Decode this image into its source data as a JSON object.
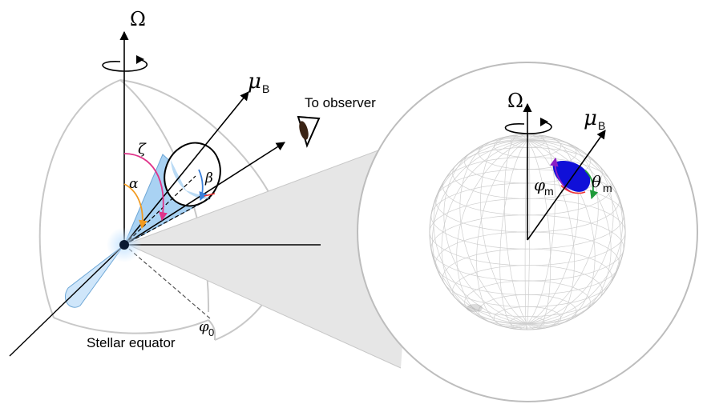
{
  "labels": {
    "omega_left": "Ω",
    "mu_left": "μ",
    "mu_left_sub": "B",
    "to_observer": "To observer",
    "zeta": "ζ",
    "alpha": "α",
    "beta": "β",
    "phi0": "φ",
    "phi0_sub": "0",
    "stellar_equator": "Stellar equator",
    "omega_right": "Ω",
    "mu_right": "μ",
    "mu_right_sub": "B",
    "phi_m": "φ",
    "phi_m_sub": "m",
    "theta_m": "θ",
    "theta_m_sub": "m"
  },
  "colors": {
    "sphere_outline": "#c8c8c8",
    "cone_fill": "#a9d2f3",
    "cone_edge": "#6ea7d6",
    "zeta_arc": "#e0338a",
    "alpha_arc": "#f29a1f",
    "beta_arc": "#3a7fd9",
    "hotspot": "#1010d8",
    "phi_m_arc": "#8a1fc4",
    "theta_m_arc": "#1f9a3a",
    "funnel_fill": "#e6e6e6",
    "grid_line": "#bdbdbd"
  },
  "icons": {
    "eye": "eye-icon",
    "rotation_left": "rotation-arrow-icon",
    "rotation_right": "rotation-arrow-icon"
  }
}
